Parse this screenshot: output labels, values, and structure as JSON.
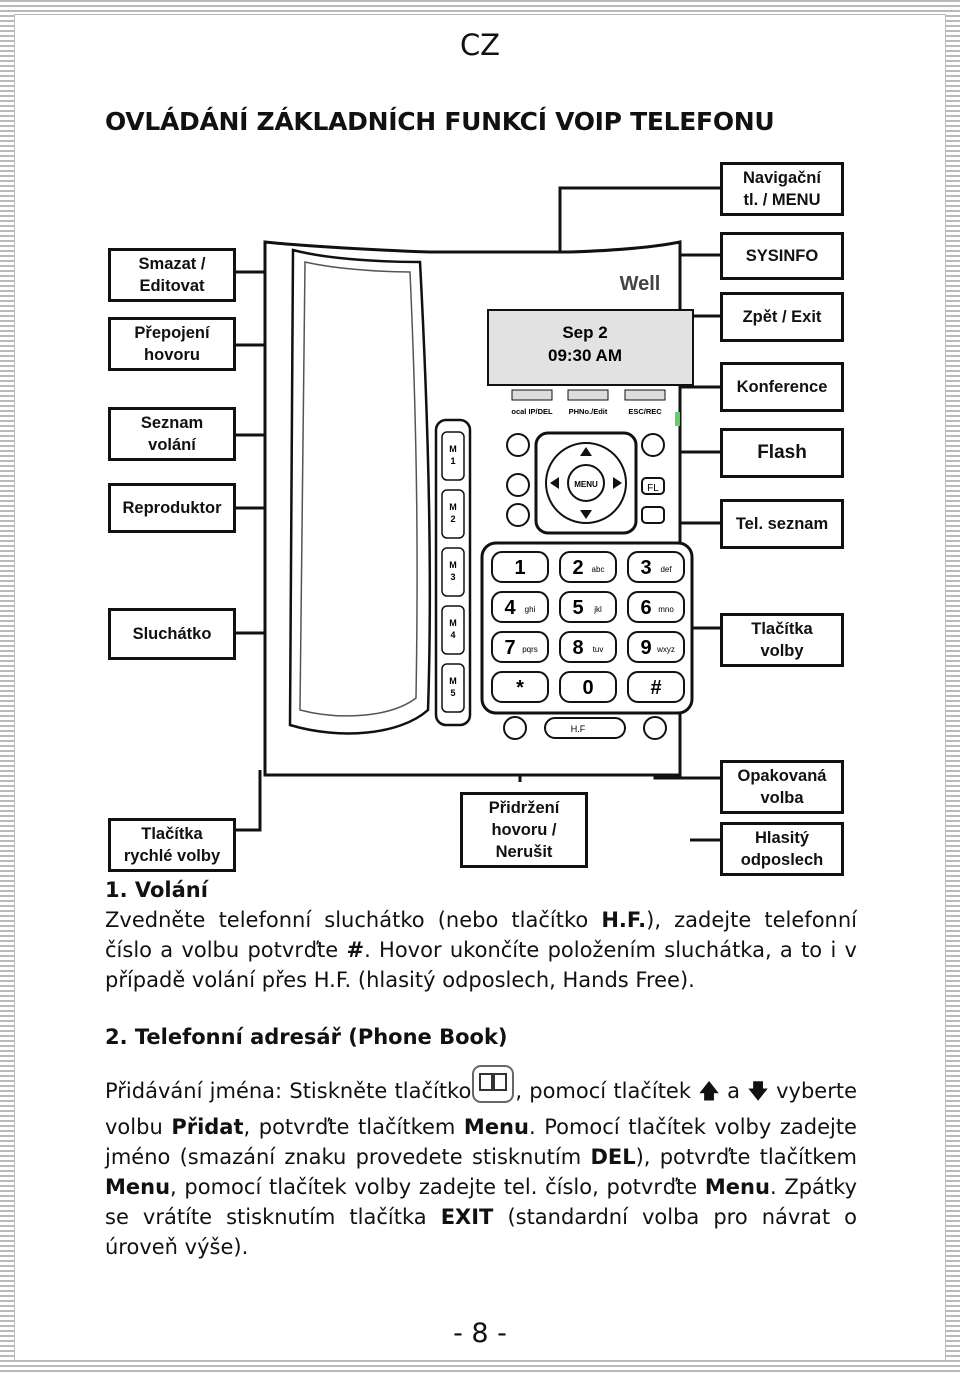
{
  "header": {
    "lang": "CZ",
    "title": "OVLÁDÁNÍ ZÁKLADNÍCH FUNKCÍ VOIP TELEFONU"
  },
  "phone": {
    "brand": "Well",
    "display_line1": "Sep 2",
    "display_line2": "09:30 AM",
    "softkey1": "ocal IP/DEL",
    "softkey2": "PHNo./Edit",
    "softkey3": "ESC/REC",
    "nav_center": "MENU",
    "fl": "FL",
    "hf": "H.F",
    "memory_keys": [
      "M 1",
      "M 2",
      "M 3",
      "M 4",
      "M 5"
    ],
    "keypad": [
      {
        "digit": "1",
        "letters": ""
      },
      {
        "digit": "2",
        "letters": "abc"
      },
      {
        "digit": "3",
        "letters": "def"
      },
      {
        "digit": "4",
        "letters": "ghi"
      },
      {
        "digit": "5",
        "letters": "jkl"
      },
      {
        "digit": "6",
        "letters": "mno"
      },
      {
        "digit": "7",
        "letters": "pqrs"
      },
      {
        "digit": "8",
        "letters": "tuv"
      },
      {
        "digit": "9",
        "letters": "wxyz"
      },
      {
        "digit": "*",
        "letters": ""
      },
      {
        "digit": "0",
        "letters": ""
      },
      {
        "digit": "#",
        "letters": ""
      }
    ]
  },
  "labels": {
    "smazat": "Smazat /\nEditovat",
    "prepojeni": "Přepojení\nhovoru",
    "seznam_volani": "Seznam\nvolání",
    "reproduktor": "Reproduktor",
    "sluchatko": "Sluchátko",
    "tlacitka_rychle": "Tlačítka\nrychlé volby",
    "pridrzeni": "Přidržení\nhovoru /\nNerušit",
    "navigacni": "Navigační\ntl. / MENU",
    "sysinfo": "SYSINFO",
    "zpet": "Zpět / Exit",
    "konference": "Konference",
    "flash": "Flash",
    "tel_seznam": "Tel. seznam",
    "tlacitka_volby": "Tlačítka\nvolby",
    "opakovana": "Opakovaná\nvolba",
    "hlasity": "Hlasitý\nodposlech"
  },
  "sections": {
    "s1_head": "1. Volání",
    "s2_head": "2. Telefonní adresář (Phone Book)"
  },
  "page_number": "- 8 -"
}
